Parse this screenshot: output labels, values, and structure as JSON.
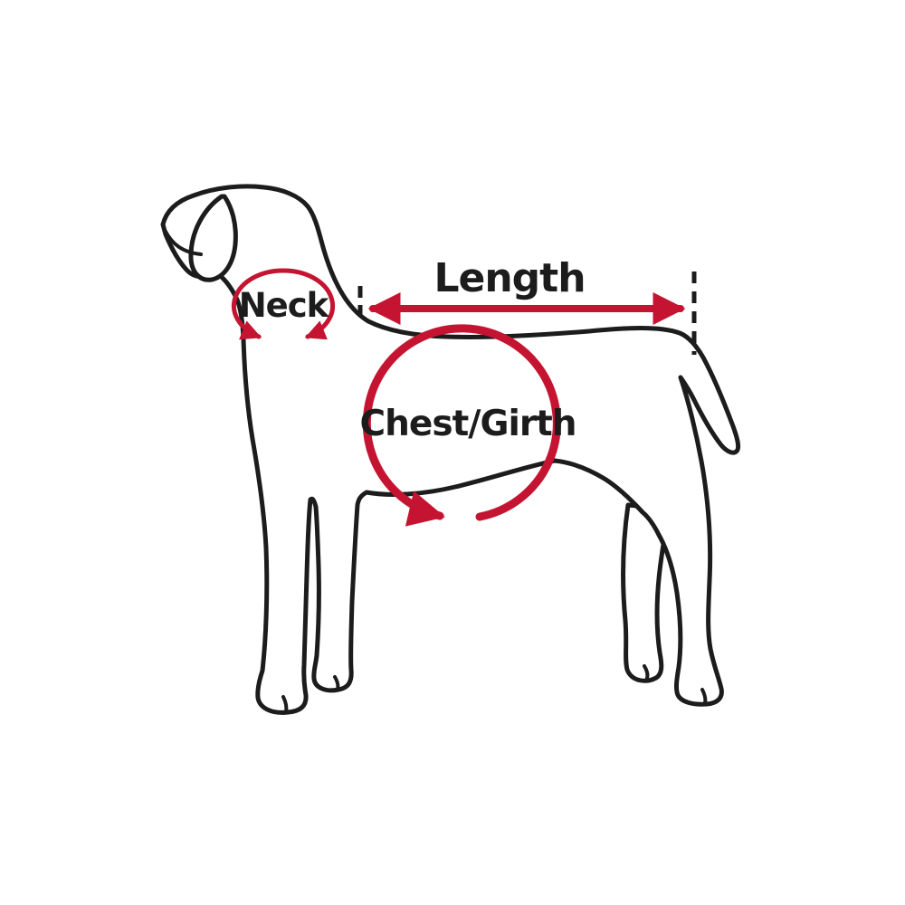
{
  "labels": {
    "neck": "Neck",
    "length": "Length",
    "chest_girth": "Chest/Girth"
  },
  "colors": {
    "accent_red": "#c51431",
    "outline_black": "#1c1c1c",
    "background": "#ffffff"
  },
  "annotations": [
    {
      "name": "neck-measurement",
      "label": "Neck",
      "shape": "loop-around-neck-with-meeting-arrows"
    },
    {
      "name": "length-measurement",
      "label": "Length",
      "shape": "double-headed-arrow-with-dashed-end-ticks"
    },
    {
      "name": "chest-girth-measurement",
      "label": "Chest/Girth",
      "shape": "circular-arrow-around-chest"
    }
  ]
}
